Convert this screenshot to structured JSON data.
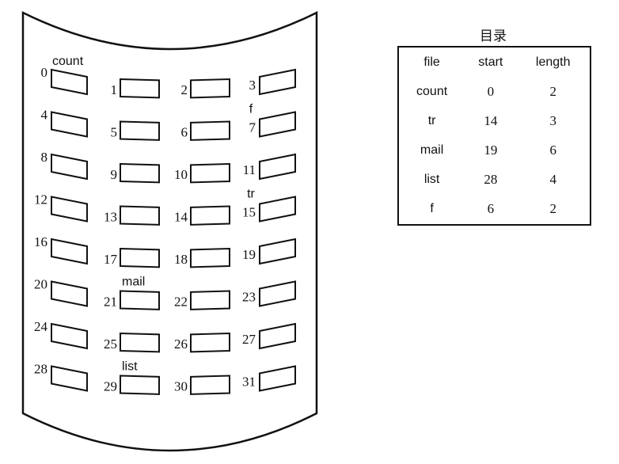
{
  "directory": {
    "title": "目录",
    "columns": [
      "file",
      "start",
      "length"
    ],
    "rows": [
      {
        "file": "count",
        "start": "0",
        "length": "2"
      },
      {
        "file": "tr",
        "start": "14",
        "length": "3"
      },
      {
        "file": "mail",
        "start": "19",
        "length": "6"
      },
      {
        "file": "list",
        "start": "28",
        "length": "4"
      },
      {
        "file": "f",
        "start": "6",
        "length": "2"
      }
    ]
  },
  "disk": {
    "block_count": 32,
    "columns": 4,
    "block_labels": [
      "0",
      "1",
      "2",
      "3",
      "4",
      "5",
      "6",
      "7",
      "8",
      "9",
      "10",
      "11",
      "12",
      "13",
      "14",
      "15",
      "16",
      "17",
      "18",
      "19",
      "20",
      "21",
      "22",
      "23",
      "24",
      "25",
      "26",
      "27",
      "28",
      "29",
      "30",
      "31"
    ],
    "file_markers": [
      {
        "name": "count",
        "block": 0
      },
      {
        "name": "f",
        "block": 7
      },
      {
        "name": "tr",
        "block": 15
      },
      {
        "name": "mail",
        "block": 21
      },
      {
        "name": "list",
        "block": 29
      }
    ]
  }
}
